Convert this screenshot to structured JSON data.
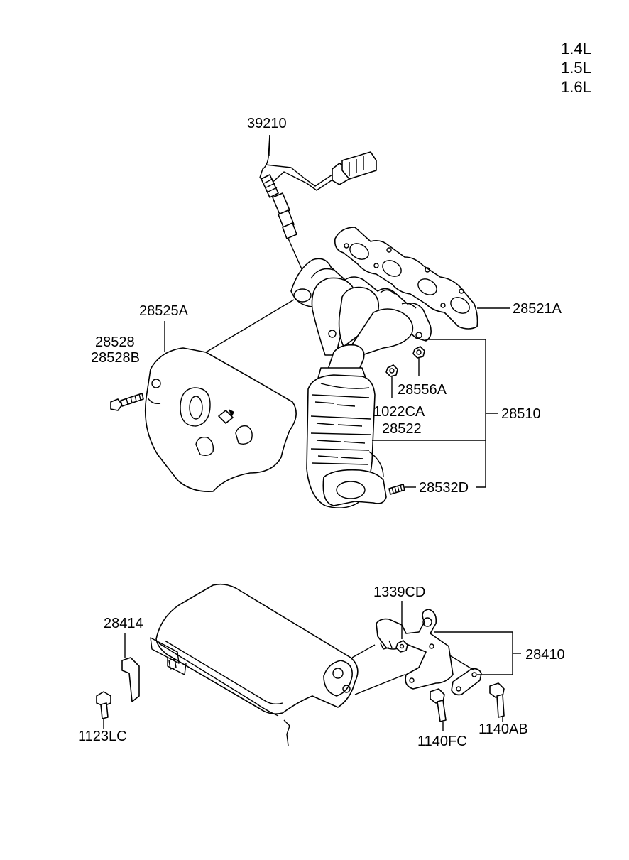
{
  "engine_sizes": [
    "1.4L",
    "1.5L",
    "1.6L"
  ],
  "labels": {
    "oxygen_sensor": "39210",
    "manifold_gasket": "28521A",
    "heat_protector": "28525A",
    "bolt_a": "28528",
    "bolt_b": "28528B",
    "nut_a": "28556A",
    "nut_b": "1022CA",
    "gasket_b": "28522",
    "manifold_assy": "28510",
    "stud_bolt": "28532D",
    "bracket_nut": "1339CD",
    "bracket_clip": "28414",
    "bracket_assy": "28410",
    "bolt_c": "1123LC",
    "bolt_d": "1140FC",
    "bolt_e": "1140AB"
  }
}
